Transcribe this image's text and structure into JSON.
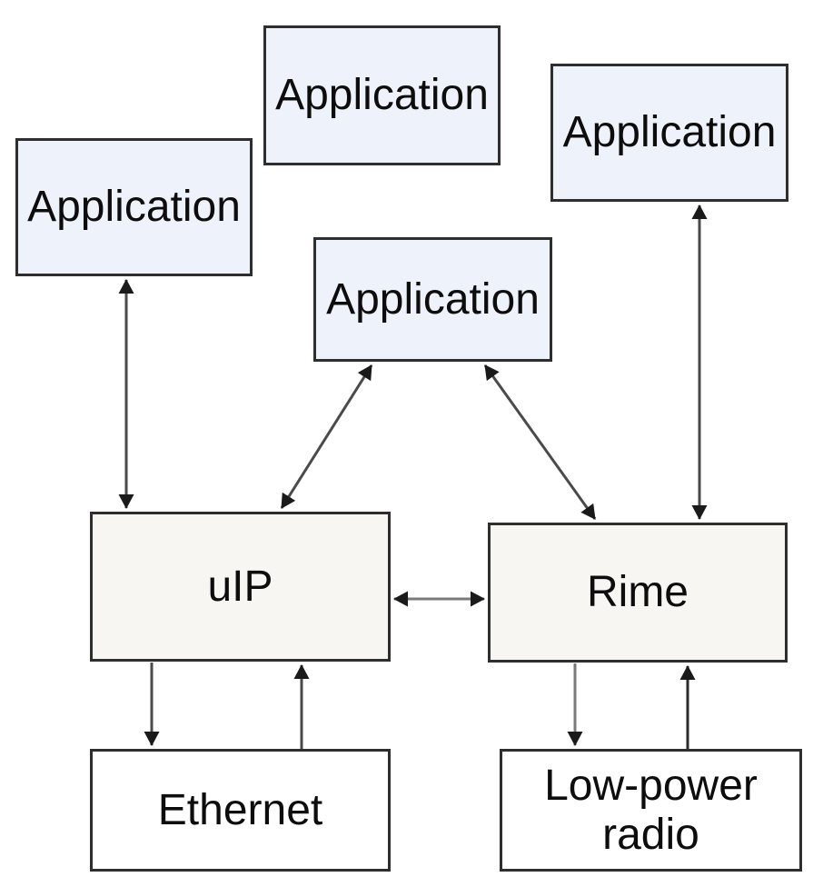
{
  "nodes": {
    "app_top_left": {
      "label": "Application"
    },
    "app_top_center": {
      "label": "Application"
    },
    "app_top_right": {
      "label": "Application"
    },
    "app_middle": {
      "label": "Application"
    },
    "uip": {
      "label": "uIP"
    },
    "rime": {
      "label": "Rime"
    },
    "ethernet": {
      "label": "Ethernet"
    },
    "radio": {
      "label": "Low-power radio"
    }
  },
  "edges": [
    {
      "from": "app_top_left",
      "to": "uip",
      "direction": "bidirectional"
    },
    {
      "from": "app_middle",
      "to": "uip",
      "direction": "bidirectional"
    },
    {
      "from": "app_middle",
      "to": "rime",
      "direction": "bidirectional"
    },
    {
      "from": "app_top_right",
      "to": "rime",
      "direction": "bidirectional"
    },
    {
      "from": "uip",
      "to": "rime",
      "direction": "bidirectional"
    },
    {
      "from": "uip",
      "to": "ethernet",
      "direction": "one-way-down"
    },
    {
      "from": "ethernet",
      "to": "uip",
      "direction": "one-way-up"
    },
    {
      "from": "rime",
      "to": "radio",
      "direction": "one-way-down"
    },
    {
      "from": "radio",
      "to": "rime",
      "direction": "one-way-up"
    }
  ],
  "colors": {
    "application_fill": "#eef2fa",
    "stack_fill": "#f8f6f3",
    "hardware_fill": "#ffffff",
    "border": "#2e2e2e",
    "arrow_shaft": "#4a4a4a",
    "arrow_head": "#1a1a1a",
    "text": "#0d0d0d",
    "background": "#ffffff"
  }
}
